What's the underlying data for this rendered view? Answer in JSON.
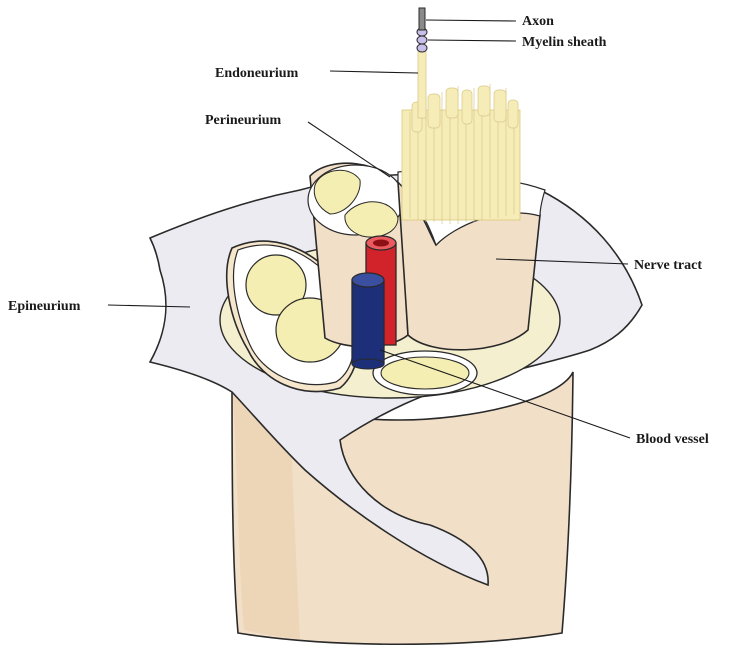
{
  "labels": {
    "axon": "Axon",
    "myelin": "Myelin sheath",
    "endoneurium": "Endoneurium",
    "perineurium": "Perineurium",
    "nerve_tract": "Nerve tract",
    "epineurium": "Epineurium",
    "blood_vessel": "Blood vessel"
  },
  "colors": {
    "nerve_body": "#f2dfc8",
    "nerve_body_shade": "#e9cfae",
    "epineurium_sheet": "#ecebf1",
    "fascicle_fill": "#f5eeb2",
    "fiber": "#f6ecb8",
    "artery": "#d2232a",
    "vein": "#1c2f78",
    "outline": "#2a2a2a"
  },
  "icons": {
    "axon": "axon-rod-icon",
    "myelin": "myelin-segments-icon"
  }
}
